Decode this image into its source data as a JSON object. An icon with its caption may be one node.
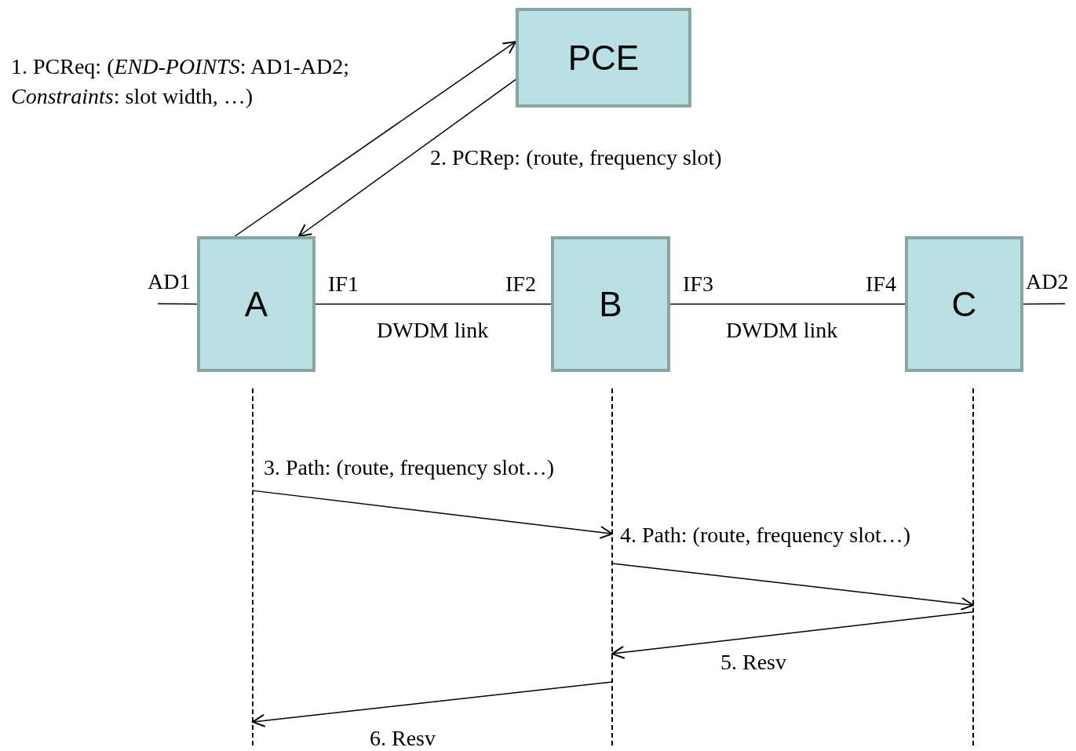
{
  "diagram": {
    "nodes": [
      {
        "text": [
          "PCE"
        ]
      },
      {
        "text": [
          "A"
        ]
      },
      {
        "text": [
          "B"
        ]
      },
      {
        "text": [
          "C"
        ]
      },
      {
        "text": [],
        "shape": "line"
      },
      {
        "text": [],
        "shape": "line"
      },
      {
        "text": [],
        "shape": "line"
      }
    ],
    "edges": [
      {
        "from": 1,
        "to": 0,
        "arrow": "to",
        "label": "1. PCReq: (*END-POINTS*: AD1-AD2; *Constraints*: slot width, …)"
      },
      {
        "from": 0,
        "to": 1,
        "arrow": "to",
        "label": "2. PCRep: (route, frequency slot)"
      },
      {
        "from": null,
        "to": 1,
        "arrow": "none"
      },
      {
        "from": 1,
        "to": 2,
        "arrow": "none",
        "label": "DWDM link"
      },
      {
        "from": 2,
        "to": 3,
        "arrow": "none",
        "label": "DWDM link"
      },
      {
        "from": 3,
        "to": null,
        "arrow": "none"
      },
      {
        "from": 4,
        "to": 5,
        "arrow": "to",
        "label": "3. Path: (route, frequency slot…)"
      },
      {
        "from": 5,
        "to": 6,
        "arrow": "to",
        "label": "4. Path: (route, frequency slot…)"
      },
      {
        "from": 6,
        "to": 5,
        "arrow": "to",
        "label": "5. Resv"
      },
      {
        "from": 5,
        "to": 4,
        "arrow": "to",
        "label": "6. Resv"
      }
    ],
    "labels": [
      "AD1",
      "IF1",
      "IF2",
      "IF3",
      "IF4",
      "AD2"
    ]
  }
}
